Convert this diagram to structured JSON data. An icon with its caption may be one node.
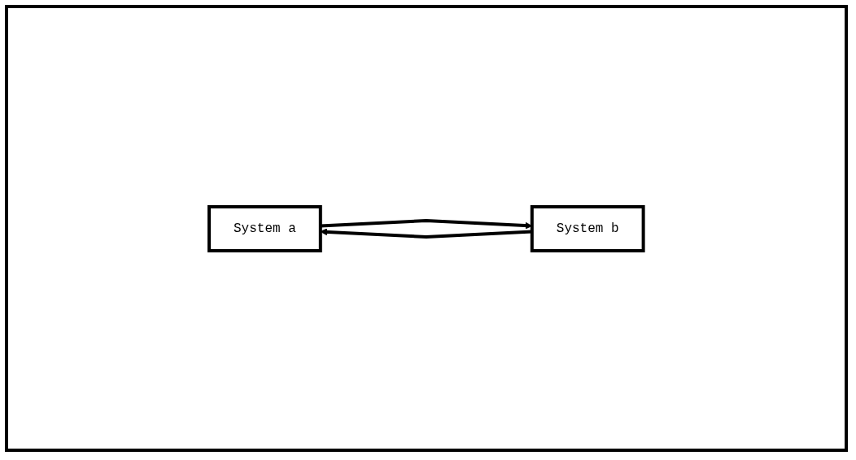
{
  "diagram": {
    "nodes": [
      {
        "text": [
          "System a"
        ]
      },
      {
        "text": [
          "System b"
        ]
      }
    ],
    "edges": [
      {
        "from": 0,
        "to": 1,
        "arrow": "to"
      },
      {
        "from": 1,
        "to": 0,
        "arrow": "to"
      }
    ]
  }
}
